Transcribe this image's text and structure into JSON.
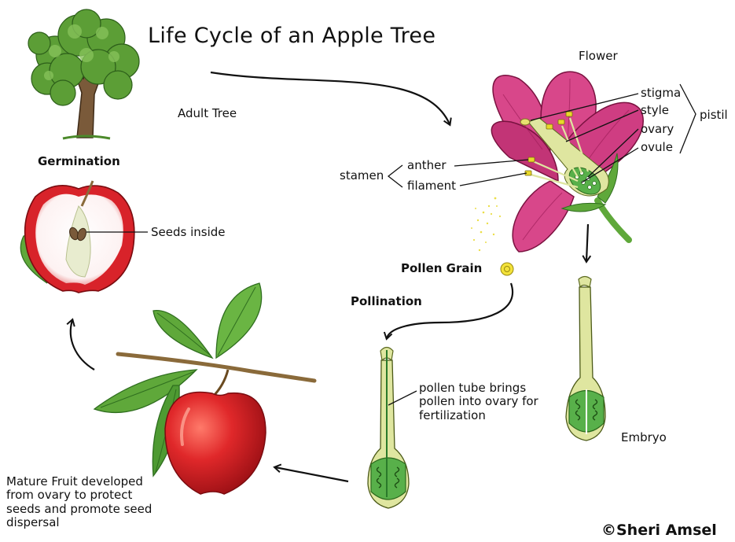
{
  "title": "Life Cycle of an Apple Tree",
  "stages": {
    "adult_tree": "Adult Tree",
    "flower": "Flower",
    "pollen_grain": "Pollen Grain",
    "pollination": "Pollination",
    "embryo": "Embryo",
    "germination": "Germination",
    "seeds_inside": "Seeds inside"
  },
  "flower_parts": {
    "stigma": "stigma",
    "style": "style",
    "ovary": "ovary",
    "ovule": "ovule",
    "pistil": "pistil",
    "anther": "anther",
    "filament": "filament",
    "stamen": "stamen"
  },
  "pollen_tube_note": "pollen tube brings pollen into ovary for fertilization",
  "mature_fruit_note": "Mature Fruit developed from ovary to protect seeds and promote seed dispersal",
  "credit": "©Sheri Amsel",
  "colors": {
    "petal": "#d8478a",
    "petal_dark": "#a01e5a",
    "leaf": "#5fa83a",
    "leaf_dark": "#2f6e1f",
    "apple": "#e0282a",
    "ovary_green": "#58b04a",
    "stem_yellow": "#dfe6a0",
    "pollen": "#e8d92a"
  }
}
